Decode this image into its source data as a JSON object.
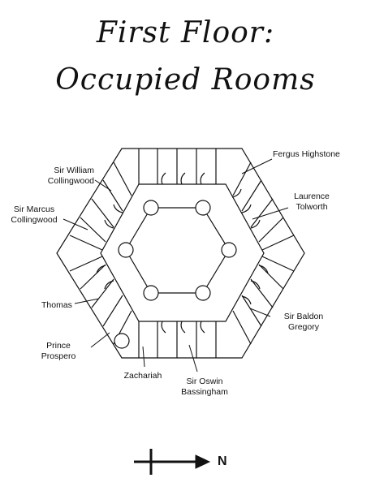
{
  "title": {
    "line1": "First Floor:",
    "line2": "Occupied Rooms"
  },
  "labels": {
    "fergus": "Fergus Highstone",
    "sir_william": [
      "Sir William",
      "Collingwood"
    ],
    "laurence": [
      "Laurence",
      "Tolworth"
    ],
    "sir_marcus": [
      "Sir Marcus",
      "Collingwood"
    ],
    "thomas": "Thomas",
    "sir_baldon": [
      "Sir Baldon",
      "Gregory"
    ],
    "prince": [
      "Prince",
      "Prospero"
    ],
    "zachariah": "Zachariah",
    "sir_oswin": [
      "Sir Oswin",
      "Bassingham"
    ]
  },
  "compass": {
    "label": "N"
  },
  "colors": {
    "line": "#111111",
    "background": "#ffffff"
  }
}
